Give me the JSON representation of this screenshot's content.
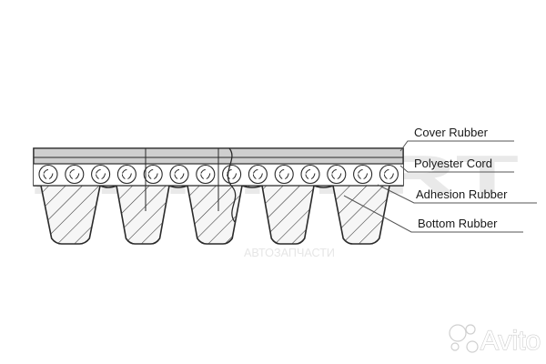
{
  "labels": {
    "cover": "Cover Rubber",
    "cord": "Polyester Cord",
    "adhesion": "Adhesion Rubber",
    "bottom": "Bottom Rubber"
  },
  "watermark": {
    "brand": "ZEKKERT",
    "sub": "АВТОЗАПЧАСТИ",
    "site": "Avito"
  },
  "colors": {
    "line": "#2a2a2a",
    "cover_fill": "#cfcfcf",
    "body_fill": "#f4f4f4",
    "leader": "#555555"
  }
}
